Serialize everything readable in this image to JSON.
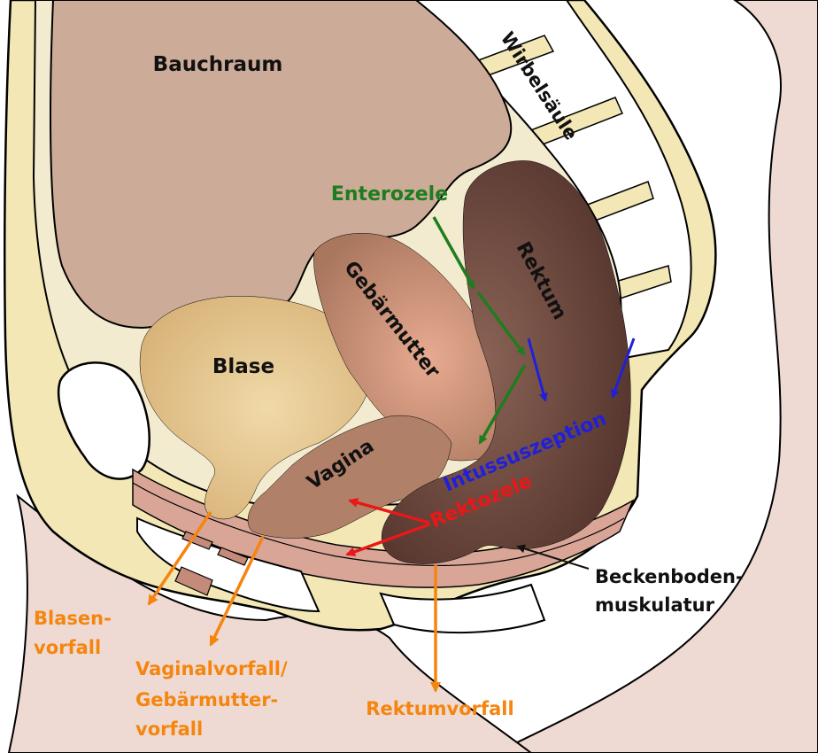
{
  "labels": {
    "bauchraum": "Bauchraum",
    "wirbelsaeule": "Wirbelsäule",
    "enterozele": "Enterozele",
    "rektum": "Rektum",
    "gebaermutter": "Gebärmutter",
    "blase": "Blase",
    "vagina": "Vagina",
    "intussuszeption": "Intussuszeption",
    "rektozele": "Rektozele",
    "beckenboden_1": "Beckenboden-",
    "beckenboden_2": "muskulatur",
    "blasen_1": "Blasen-",
    "blasen_2": "vorfall",
    "vaginal_1": "Vaginalvorfall/",
    "vaginal_2": "Gebärmutter-",
    "vaginal_3": "vorfall",
    "rektumvorfall": "Rektumvorfall"
  },
  "colors": {
    "skin": "#eedad3",
    "bone": "#f2e7b5",
    "abdomen": "#ccab98",
    "bladder": "#e2c38e",
    "uterus": "#c49278",
    "rectum": "#6e463b",
    "green": "#1e7d1e",
    "blue": "#2020d8",
    "red": "#e81818",
    "orange": "#f5850e",
    "black": "#111111"
  }
}
